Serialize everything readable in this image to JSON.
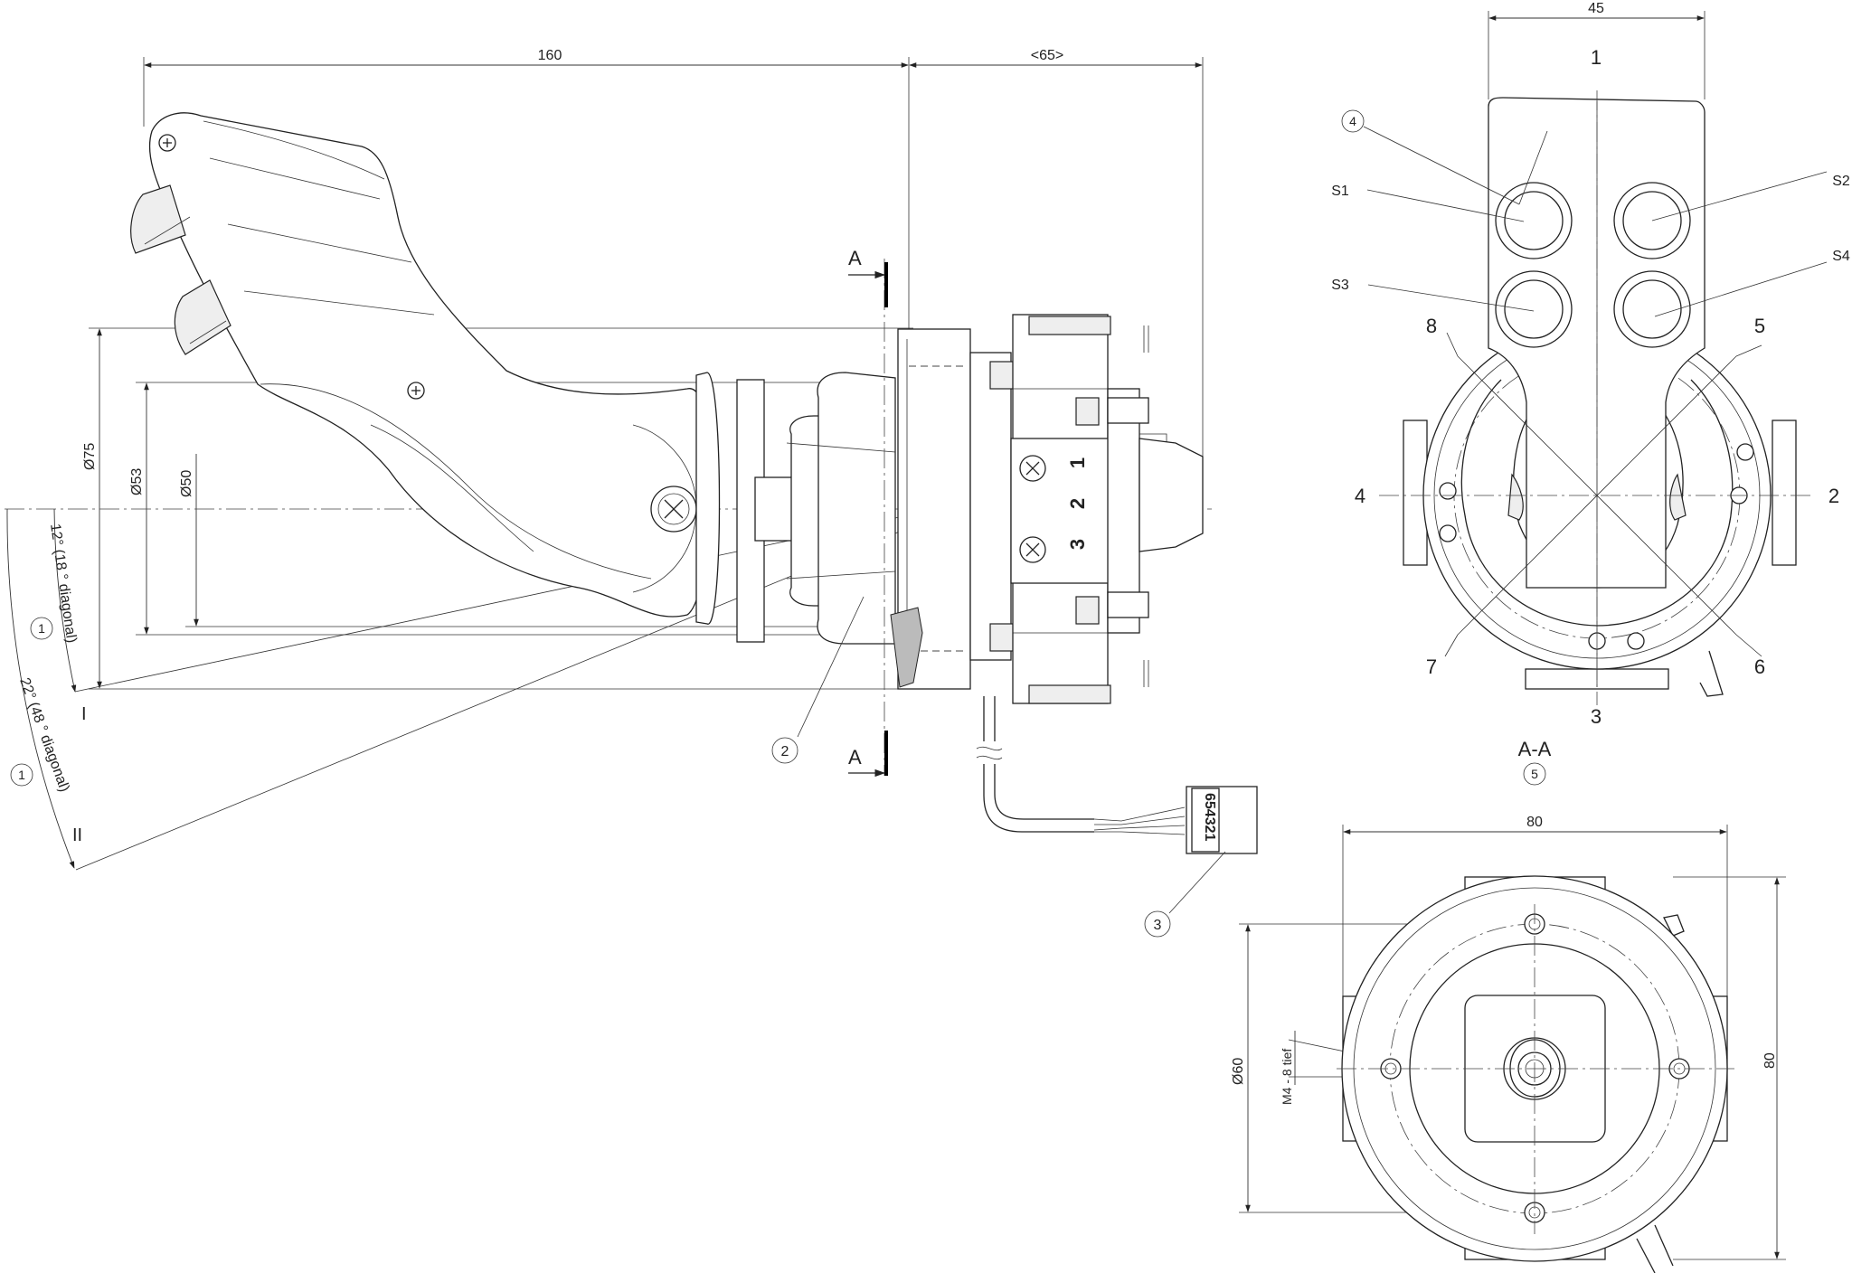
{
  "side_view": {
    "dim_length": "160",
    "dim_body": "<65>",
    "dia_75": "Ø75",
    "dia_53": "Ø53",
    "dia_50": "Ø50",
    "angle_small": "12° (18 ° diagonal)",
    "angle_large": "22° (48 ° diagonal)",
    "pos_1": "I",
    "pos_2": "II",
    "section_mark": "A",
    "callout_1": "1",
    "callout_2": "2",
    "callout_3": "3",
    "connector_pins": "654321",
    "switch_1": "1",
    "switch_2": "2",
    "switch_3": "3"
  },
  "section_view": {
    "dim_width": "45",
    "title": "A-A",
    "callout_4": "4",
    "callout_5": "5",
    "btn_s1": "S1",
    "btn_s2": "S2",
    "btn_s3": "S3",
    "btn_s4": "S4",
    "dir_1": "1",
    "dir_2": "2",
    "dir_3": "3",
    "dir_4": "4",
    "dir_5": "5",
    "dir_6": "6",
    "dir_7": "7",
    "dir_8": "8"
  },
  "bottom_view": {
    "dim_width": "80",
    "dim_height": "80",
    "dia_60": "Ø60",
    "thread": "M4 - 8 tief"
  }
}
